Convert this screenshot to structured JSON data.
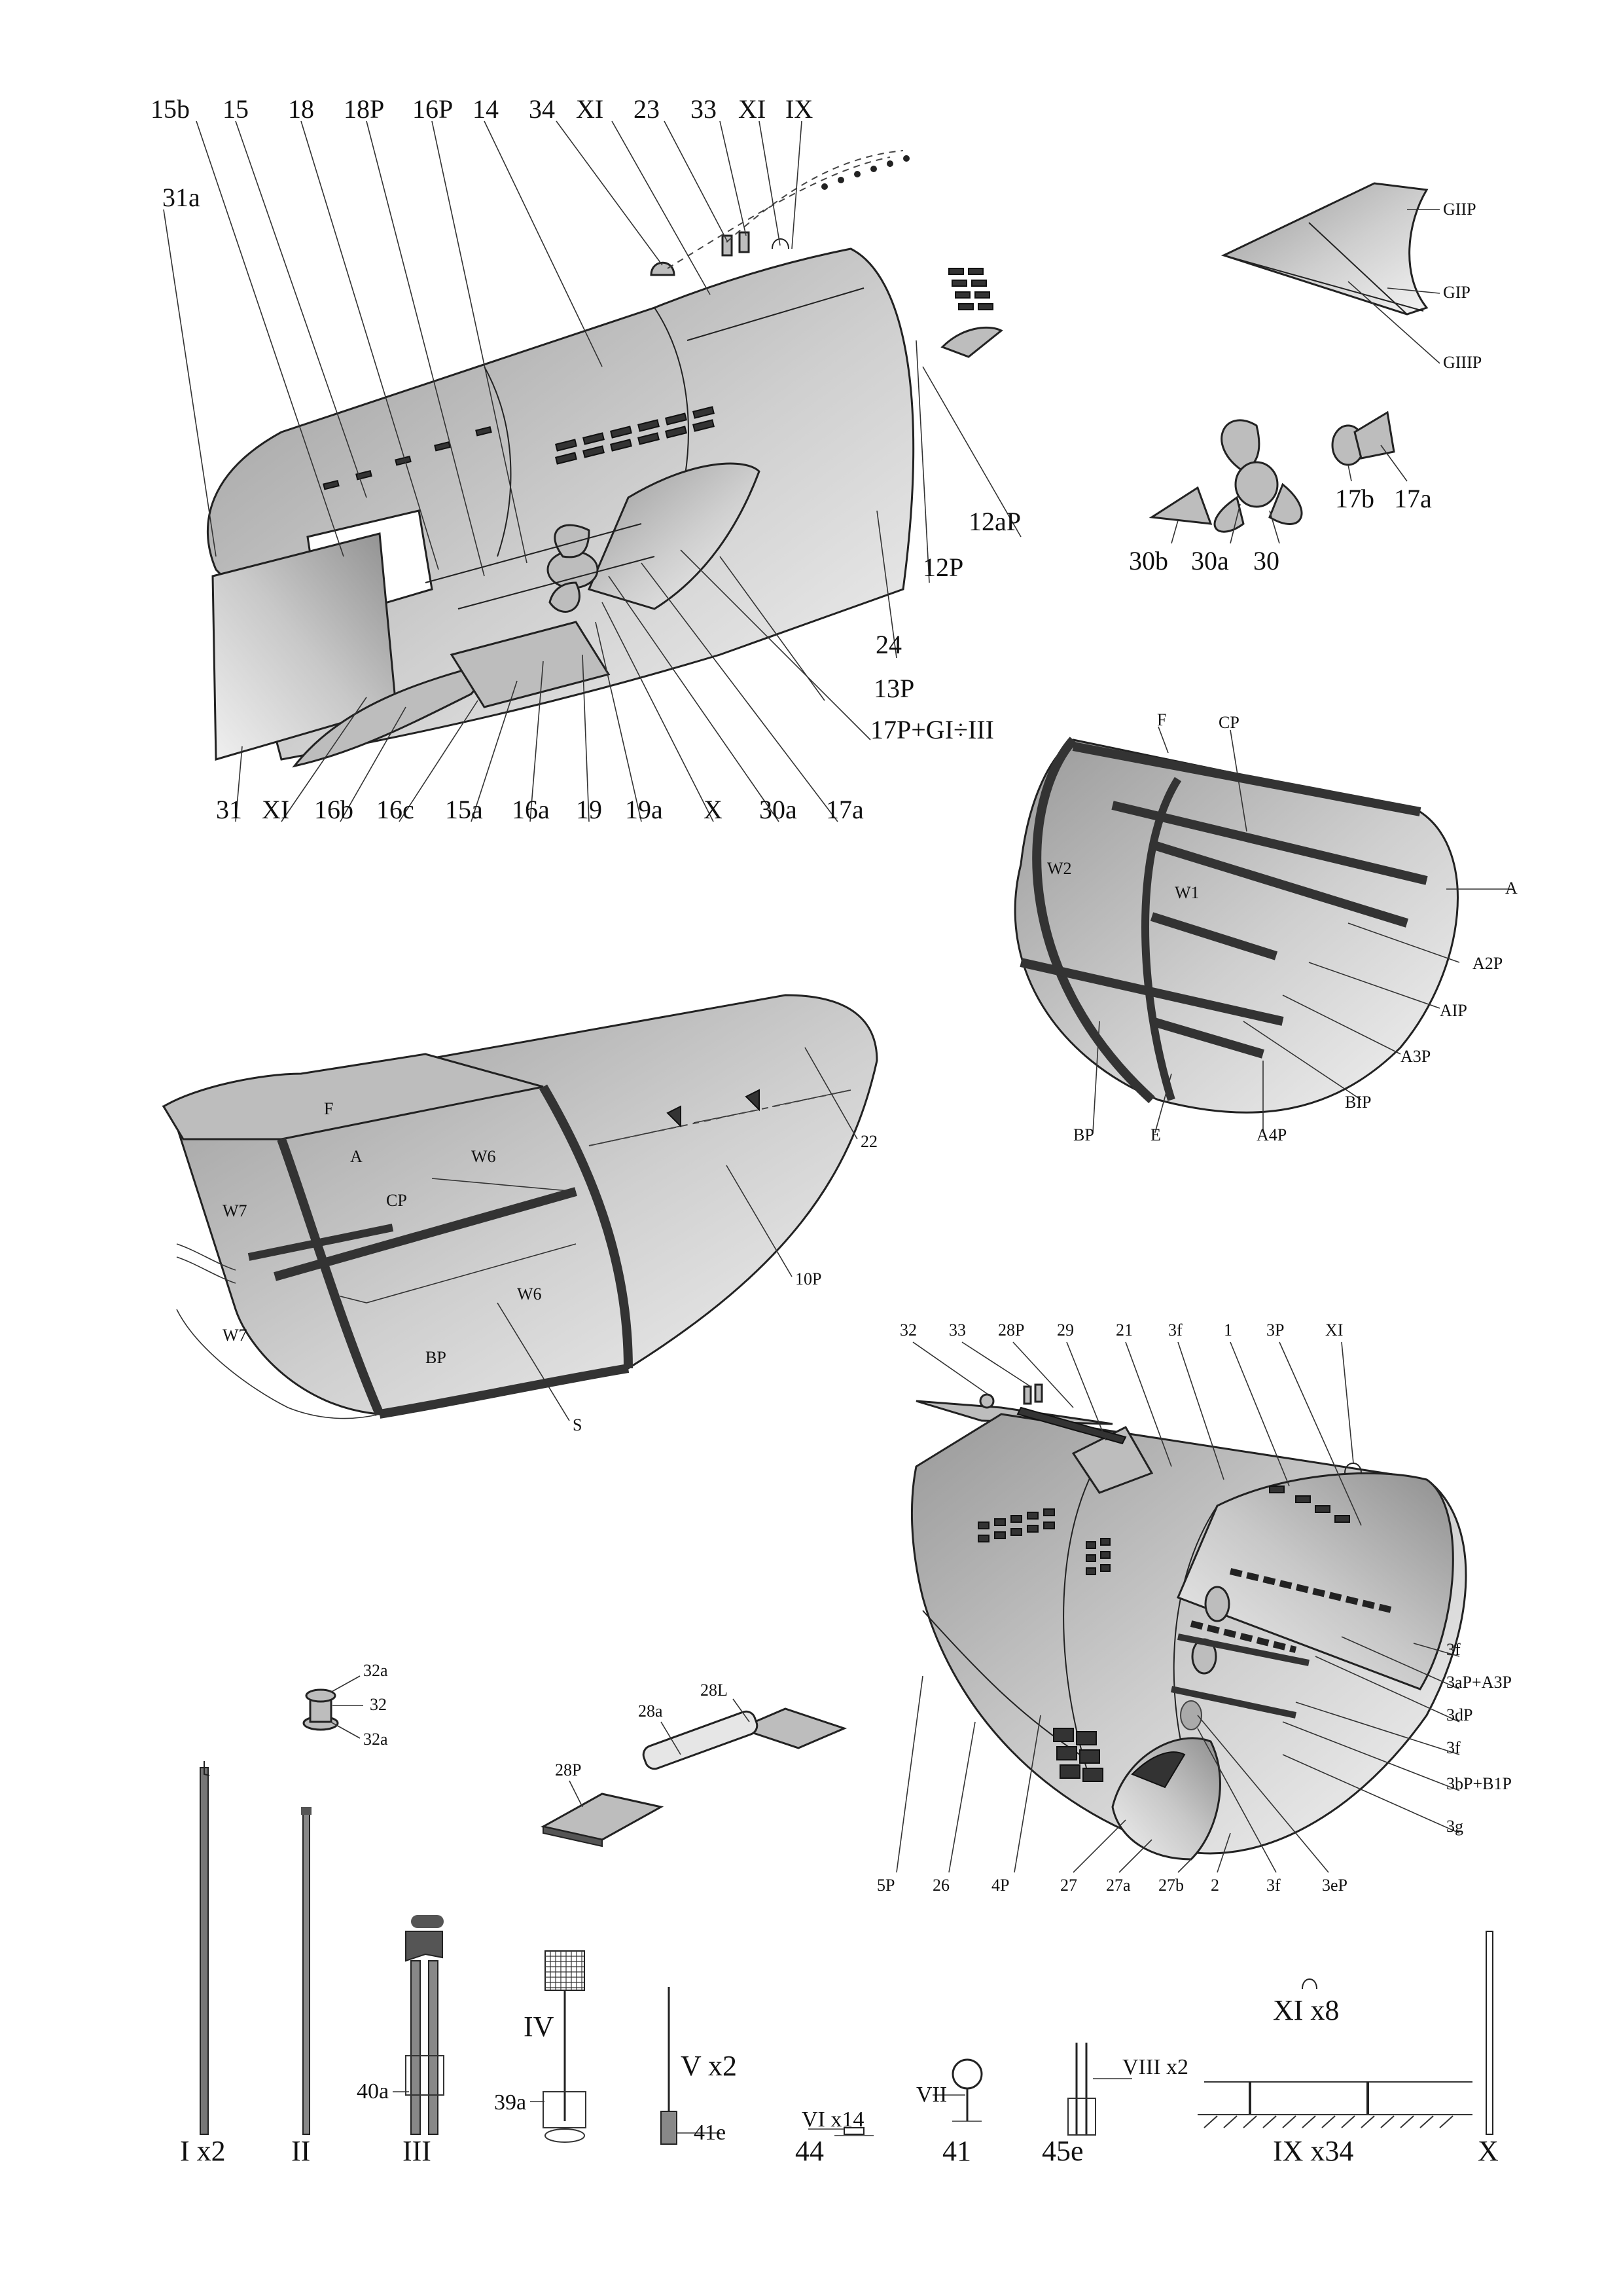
{
  "stern_assembly": {
    "callouts_top": [
      "15b",
      "15",
      "18",
      "18P",
      "16P",
      "14",
      "34",
      "XI",
      "23",
      "33",
      "XI",
      "IX"
    ],
    "callouts_left": [
      "31a"
    ],
    "callouts_right": [
      "12aP",
      "12P",
      "24",
      "13P",
      "17P+GI÷III"
    ],
    "callouts_bottom": [
      "31",
      "XI",
      "16b",
      "16c",
      "15a",
      "16a",
      "19",
      "19a",
      "X",
      "30a",
      "17a"
    ]
  },
  "rudder_part": {
    "labels": [
      "GIIP",
      "GIP",
      "GIIIP"
    ]
  },
  "propeller_parts": {
    "labels": [
      "30b",
      "30a",
      "30",
      "17b",
      "17a"
    ]
  },
  "frame_top_right": {
    "labels": [
      "F",
      "CP",
      "W2",
      "W1",
      "A",
      "A2P",
      "AIP",
      "A3P",
      "BIP",
      "BP",
      "E",
      "A4P"
    ]
  },
  "frame_middle_left": {
    "labels": [
      "F",
      "A",
      "W6",
      "CP",
      "W7",
      "W6",
      "W7",
      "BP",
      "S",
      "22",
      "10P"
    ]
  },
  "bow_assembly": {
    "callouts_top": [
      "32",
      "33",
      "28P",
      "29",
      "21",
      "3f",
      "1",
      "3P",
      "XI"
    ],
    "callouts_right": [
      "3f",
      "3aP+A3P",
      "3dP",
      "3f",
      "3bP+B1P",
      "3g"
    ],
    "callouts_bottom": [
      "5P",
      "26",
      "4P",
      "27",
      "27a",
      "27b",
      "2",
      "3f",
      "3eP"
    ]
  },
  "bollard_part": {
    "labels": [
      "32a",
      "32",
      "32a"
    ]
  },
  "hatch_part": {
    "labels": [
      "28L",
      "28a",
      "28P"
    ]
  },
  "small_parts": {
    "labels": [
      "I x2",
      "II",
      "III",
      "40a",
      "IV",
      "39a",
      "V x2",
      "41e",
      "44",
      "VI x14",
      "41",
      "VII",
      "45e",
      "VIII x2",
      "XI x8",
      "IX x34",
      "X"
    ]
  }
}
